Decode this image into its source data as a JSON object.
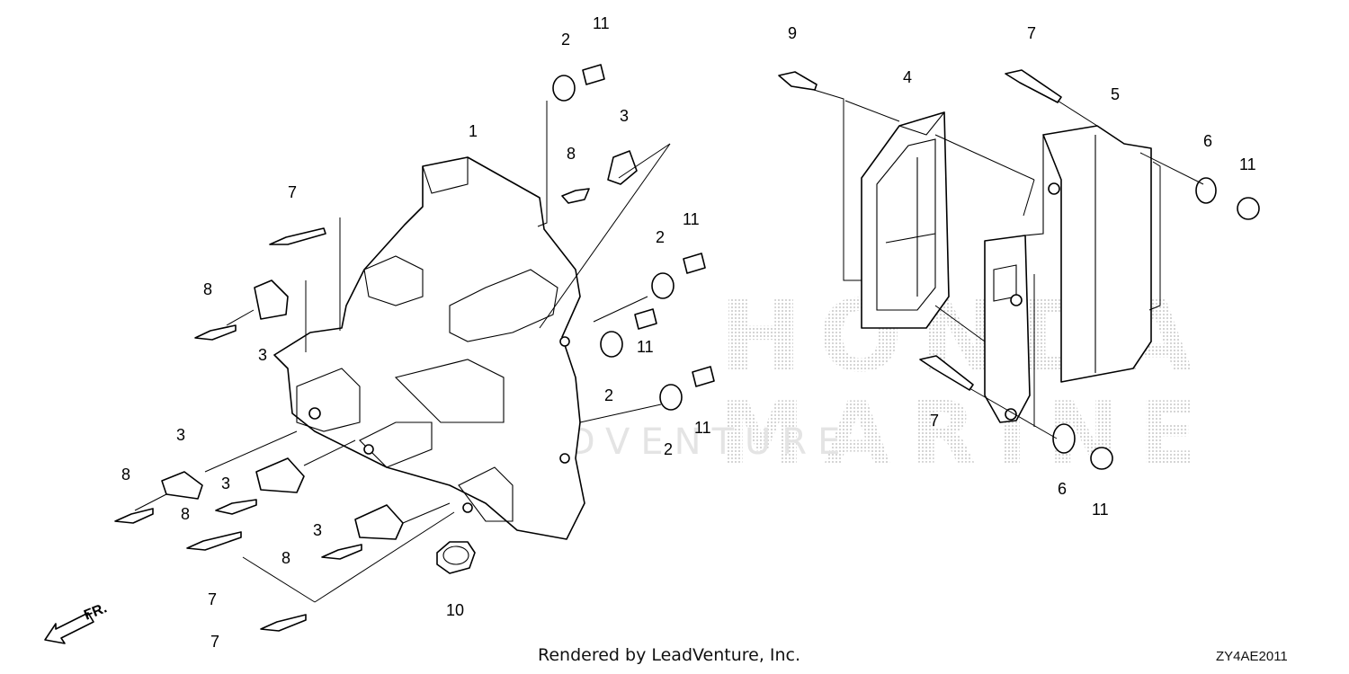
{
  "diagram": {
    "callouts": [
      {
        "id": "c1",
        "label": "1"
      },
      {
        "id": "c2a",
        "label": "2"
      },
      {
        "id": "c2b",
        "label": "2"
      },
      {
        "id": "c2c",
        "label": "2"
      },
      {
        "id": "c2d",
        "label": "2"
      },
      {
        "id": "c3a",
        "label": "3"
      },
      {
        "id": "c3b",
        "label": "3"
      },
      {
        "id": "c3c",
        "label": "3"
      },
      {
        "id": "c3d",
        "label": "3"
      },
      {
        "id": "c3e",
        "label": "3"
      },
      {
        "id": "c4",
        "label": "4"
      },
      {
        "id": "c5",
        "label": "5"
      },
      {
        "id": "c6a",
        "label": "6"
      },
      {
        "id": "c6b",
        "label": "6"
      },
      {
        "id": "c7a",
        "label": "7"
      },
      {
        "id": "c7b",
        "label": "7"
      },
      {
        "id": "c7c",
        "label": "7"
      },
      {
        "id": "c7d",
        "label": "7"
      },
      {
        "id": "c7e",
        "label": "7"
      },
      {
        "id": "c8a",
        "label": "8"
      },
      {
        "id": "c8b",
        "label": "8"
      },
      {
        "id": "c8c",
        "label": "8"
      },
      {
        "id": "c8d",
        "label": "8"
      },
      {
        "id": "c8e",
        "label": "8"
      },
      {
        "id": "c9",
        "label": "9"
      },
      {
        "id": "c10",
        "label": "10"
      },
      {
        "id": "c11a",
        "label": "11"
      },
      {
        "id": "c11b",
        "label": "11"
      },
      {
        "id": "c11c",
        "label": "11"
      },
      {
        "id": "c11d",
        "label": "11"
      },
      {
        "id": "c11e",
        "label": "11"
      },
      {
        "id": "c11f",
        "label": "11"
      }
    ],
    "direction_label": "FR.",
    "watermark_top": "HONDA",
    "watermark_bottom": "MARINE",
    "watermark_brand": "LEADVENTURE"
  },
  "footer": {
    "credit": "Rendered by LeadVenture, Inc.",
    "diagram_code": "ZY4AE2011"
  },
  "colors": {
    "line": "#000000",
    "watermark": "#c8c8c8",
    "background": "#ffffff"
  }
}
